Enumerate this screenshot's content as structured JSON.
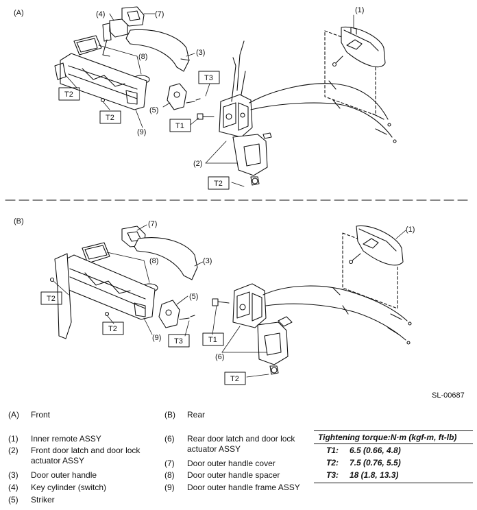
{
  "panels": {
    "a_label": "(A)",
    "b_label": "(B)"
  },
  "callouts": {
    "n1": "(1)",
    "n2": "(2)",
    "n3": "(3)",
    "n4": "(4)",
    "n5": "(5)",
    "n6": "(6)",
    "n7": "(7)",
    "n8": "(8)",
    "n9": "(9)"
  },
  "torque_boxes": {
    "t1": "T1",
    "t2": "T2",
    "t3": "T3"
  },
  "figure_code": "SL-00687",
  "legend": {
    "a": {
      "num": "(A)",
      "text": "Front"
    },
    "b": {
      "num": "(B)",
      "text": "Rear"
    },
    "items": [
      {
        "num": "(1)",
        "text": "Inner remote ASSY"
      },
      {
        "num": "(2)",
        "text": "Front door latch and door lock"
      },
      {
        "num": "",
        "text": "actuator ASSY"
      },
      {
        "num": "(3)",
        "text": "Door outer handle"
      },
      {
        "num": "(4)",
        "text": "Key cylinder (switch)"
      },
      {
        "num": "(5)",
        "text": "Striker"
      },
      {
        "num": "(6)",
        "text": "Rear door latch and door lock"
      },
      {
        "num": "",
        "text": "actuator ASSY"
      },
      {
        "num": "(7)",
        "text": "Door outer handle cover"
      },
      {
        "num": "(8)",
        "text": "Door outer handle spacer"
      },
      {
        "num": "(9)",
        "text": "Door outer handle frame ASSY"
      }
    ]
  },
  "torque": {
    "heading": "Tightening torque:N·m (kgf-m, ft-lb)",
    "rows": [
      {
        "key": "T1:",
        "value": "6.5 (0.66, 4.8)"
      },
      {
        "key": "T2:",
        "value": "7.5 (0.76, 5.5)"
      },
      {
        "key": "T3:",
        "value": "18 (1.8, 13.3)"
      }
    ]
  }
}
